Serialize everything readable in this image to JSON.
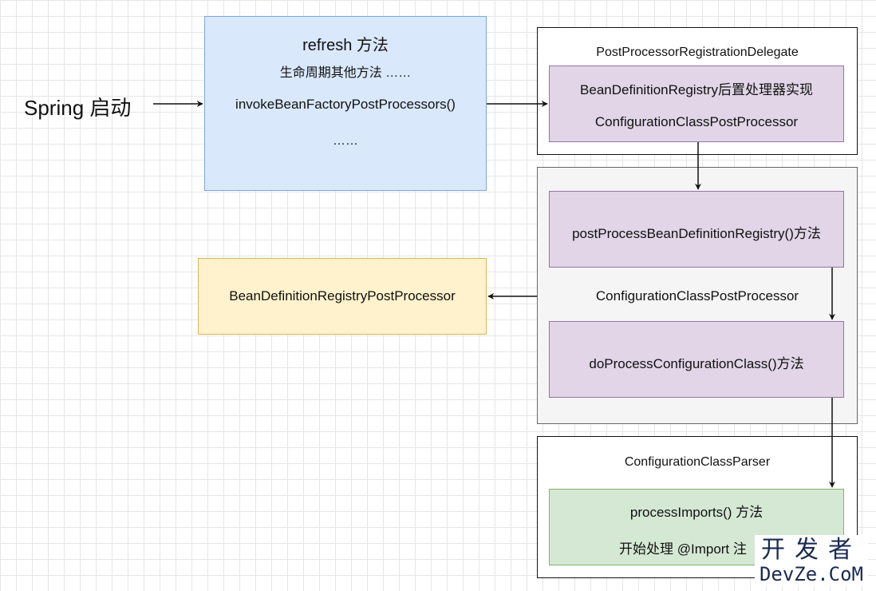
{
  "start_label": "Spring 启动",
  "refresh": {
    "title": "refresh 方法",
    "line1": "生命周期其他方法 ……",
    "line2": "invokeBeanFactoryPostProcessors()",
    "line3": "……"
  },
  "delegate": {
    "title": "PostProcessorRegistrationDelegate",
    "line1": "BeanDefinitionRegistry后置处理器实现",
    "line2": "ConfigurationClassPostProcessor"
  },
  "ccpp": {
    "title": "ConfigurationClassPostProcessor",
    "method1": "postProcessBeanDefinitionRegistry()方法",
    "method2": "doProcessConfigurationClass()方法"
  },
  "bdrpp": {
    "label": "BeanDefinitionRegistryPostProcessor"
  },
  "parser": {
    "title": "ConfigurationClassParser",
    "line1": "processImports() 方法",
    "line2": "开始处理 @Import 注"
  },
  "watermark": {
    "top": "开发者",
    "bottom": "DevZe.CoM"
  }
}
